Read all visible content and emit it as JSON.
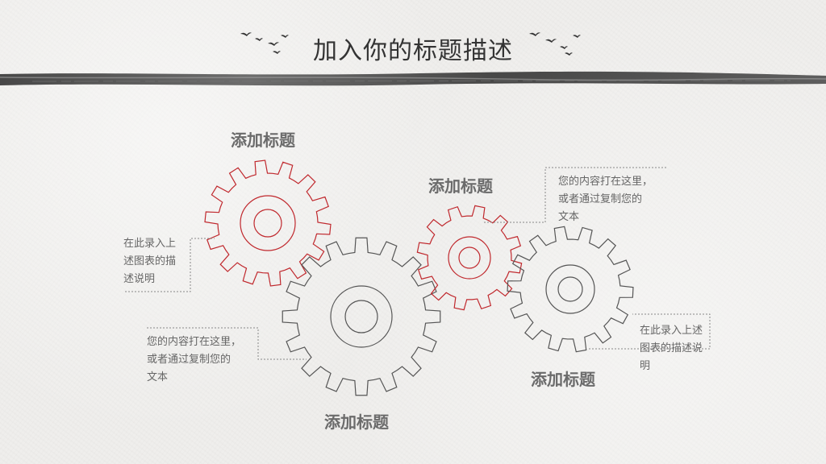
{
  "slide": {
    "title": "加入你的标题描述"
  },
  "headings": {
    "gear1": "添加标题",
    "gear2": "添加标题",
    "gear3": "添加标题",
    "gear4": "添加标题"
  },
  "notes": {
    "left_top": [
      "在此录入上",
      "述图表的描",
      "述说明"
    ],
    "left_bottom": [
      "您的内容打在这里，",
      "或者通过复制您的",
      "文本"
    ],
    "right_top": [
      "您的内容打在这里，",
      "或者通过复制您的",
      "文本"
    ],
    "right_bottom": [
      "在此录入上述",
      "图表的描述说",
      "明"
    ]
  },
  "colors": {
    "red_gear": "#c0282d",
    "gray_gear": "#555555",
    "title": "#333333",
    "heading": "#6b6b6b",
    "note": "#666666"
  },
  "icons": {
    "birds": "flying-birds-icon",
    "gear": "gear-icon"
  }
}
